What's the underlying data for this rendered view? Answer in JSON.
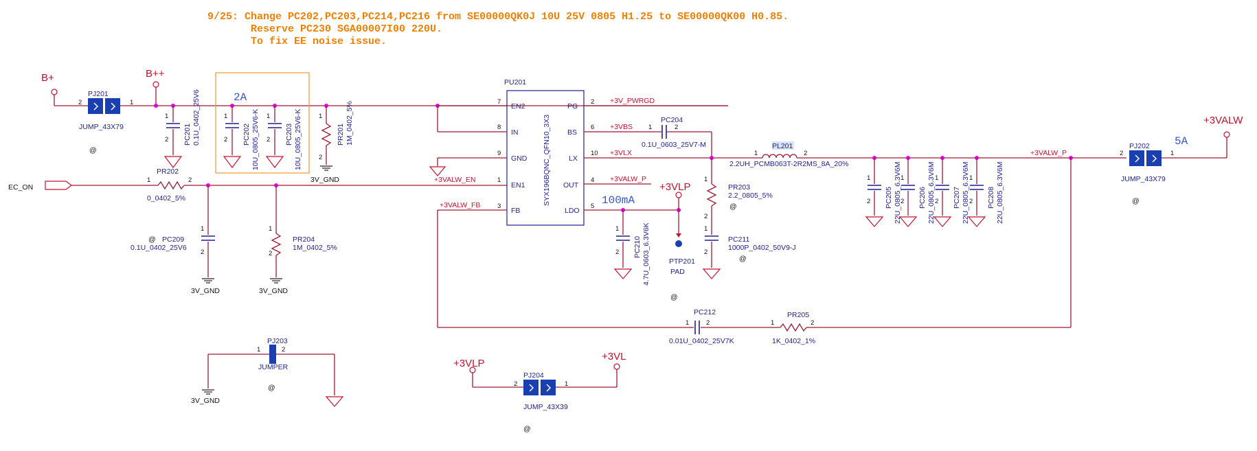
{
  "note": {
    "line1": "9/25: Change PC202,PC203,PC214,PC216 from SE00000QK0J 10U 25V 0805 H1.25 to SE00000QK00 H0.85.",
    "line2": "Reserve PC230 SGA00007I00 220U.",
    "line3": "To fix EE noise issue."
  },
  "colors": {
    "wire": "#a01832",
    "part": "#1f1f8f",
    "net": "#c8102e",
    "note": "#f08000",
    "junction": "#e000e0",
    "highlight_box": "#f0a040"
  },
  "power": {
    "b_plus": "B+",
    "b_plus_plus": "B++",
    "vlp": "+3VLP",
    "valw": "+3VALW",
    "vlp2": "+3VLP",
    "vl": "+3VL"
  },
  "annot": {
    "a2": "2A",
    "a5": "5A",
    "ma100": "100mA"
  },
  "ec_on": "EC_ON",
  "ic": {
    "ref": "PU201",
    "part": "SYX196BQNC_QFN10_3X3",
    "pins_left": [
      {
        "num": "7",
        "name": "EN2"
      },
      {
        "num": "8",
        "name": "IN"
      },
      {
        "num": "9",
        "name": "GND"
      },
      {
        "num": "1",
        "name": "EN1"
      },
      {
        "num": "3",
        "name": "FB"
      }
    ],
    "pins_right": [
      {
        "num": "2",
        "name": "PG"
      },
      {
        "num": "6",
        "name": "BS"
      },
      {
        "num": "10",
        "name": "LX"
      },
      {
        "num": "4",
        "name": "OUT"
      },
      {
        "num": "5",
        "name": "LDO"
      }
    ]
  },
  "nets": {
    "pwrgd": "+3V_PWRGD",
    "vbs": "+3VBS",
    "vlx": "+3VLX",
    "valw_p_out": "+3VALW_P",
    "valw_en": "+3VALW_EN",
    "valw_fb": "+3VALW_FB",
    "valw_p": "+3VALW_P",
    "gnd_3v": "3V_GND"
  },
  "parts": {
    "pj201": {
      "ref": "PJ201",
      "val": "JUMP_43X79",
      "p2": "2",
      "p1": "1"
    },
    "pc201": {
      "ref": "PC201",
      "val": "0.1U_0402_25V6"
    },
    "pc202": {
      "ref": "PC202",
      "val": "10U_0805_25V6-K"
    },
    "pc203": {
      "ref": "PC203",
      "val": "10U_0805_25V6-K"
    },
    "pr201": {
      "ref": "PR201",
      "val": "1M_0402_5%"
    },
    "pr202": {
      "ref": "PR202",
      "val": "0_0402_5%"
    },
    "pc209": {
      "ref": "PC209",
      "val": "0.1U_0402_25V6"
    },
    "pr204": {
      "ref": "PR204",
      "val": "1M_0402_5%"
    },
    "pc204": {
      "ref": "PC204",
      "val": "0.1U_0603_25V7-M"
    },
    "pr203": {
      "ref": "PR203",
      "val": "2.2_0805_5%"
    },
    "pc211": {
      "ref": "PC211",
      "val": "1000P_0402_50V9-J"
    },
    "pc210": {
      "ref": "PC210",
      "val": "4.7U_0603_6.3V6K"
    },
    "ptp201": {
      "ref": "PTP201",
      "val": "PAD"
    },
    "pl201": {
      "ref": "PL201",
      "val": "2.2UH_PCMB063T-2R2MS_8A_20%"
    },
    "pc205": {
      "ref": "PC205",
      "val": "22U_0805_6.3V6M"
    },
    "pc206": {
      "ref": "PC206",
      "val": "22U_0805_6.3V6M"
    },
    "pc207": {
      "ref": "PC207",
      "val": "22U_0805_6.3V6M"
    },
    "pc208": {
      "ref": "PC208",
      "val": "22U_0805_6.3V6M"
    },
    "pj202": {
      "ref": "PJ202",
      "val": "JUMP_43X79"
    },
    "pc212": {
      "ref": "PC212",
      "val": "0.01U_0402_25V7K"
    },
    "pr205": {
      "ref": "PR205",
      "val": "1K_0402_1%"
    },
    "pj203": {
      "ref": "PJ203",
      "val": "JUMPER"
    },
    "pj204": {
      "ref": "PJ204",
      "val": "JUMP_43X39"
    }
  },
  "misc": {
    "at": "@",
    "one": "1",
    "two": "2"
  }
}
